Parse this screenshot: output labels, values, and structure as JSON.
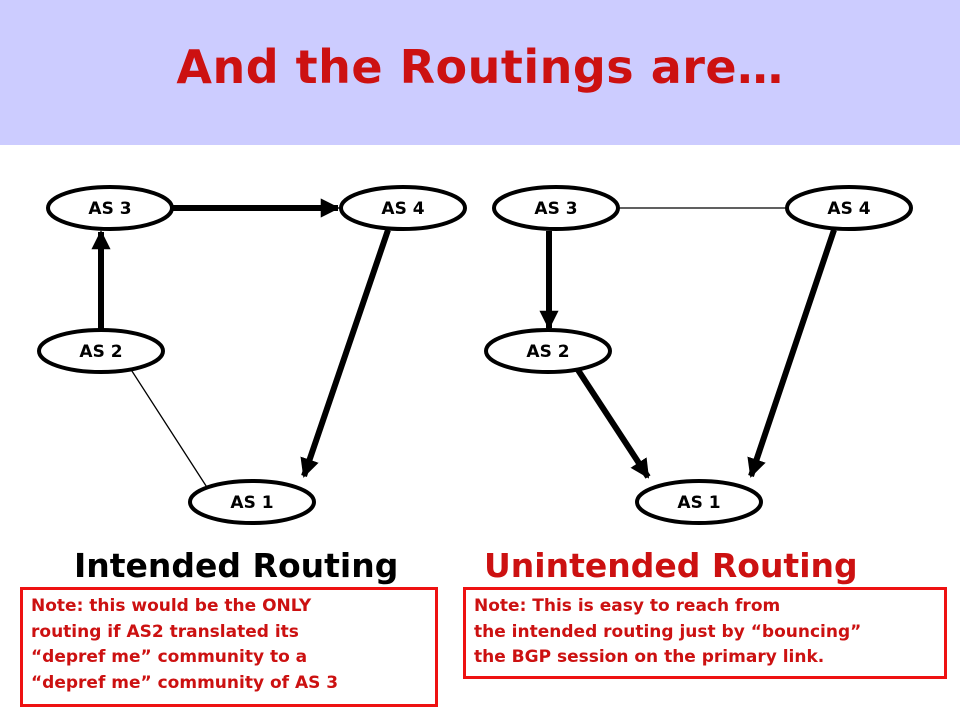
{
  "title": "And the Routings are…",
  "left_diagram": {
    "nodes": {
      "as3": "AS 3",
      "as4": "AS 4",
      "as2": "AS 2",
      "as1": "AS 1"
    },
    "caption": "Intended Routing",
    "note": [
      "Note: this would be the ONLY",
      "routing if AS2 translated its",
      "“depref me” community to a",
      "“depref me” community of AS 3"
    ]
  },
  "right_diagram": {
    "nodes": {
      "as3": "AS 3",
      "as4": "AS 4",
      "as2": "AS 2",
      "as1": "AS 1"
    },
    "caption": "Unintended Routing",
    "note": [
      "Note: This is easy to reach from",
      "the intended routing just by “bouncing”",
      "the BGP session on the primary link."
    ]
  },
  "colors": {
    "title": "#cc1111",
    "header_bg": "#ccccff",
    "note_border": "#ee1111"
  }
}
